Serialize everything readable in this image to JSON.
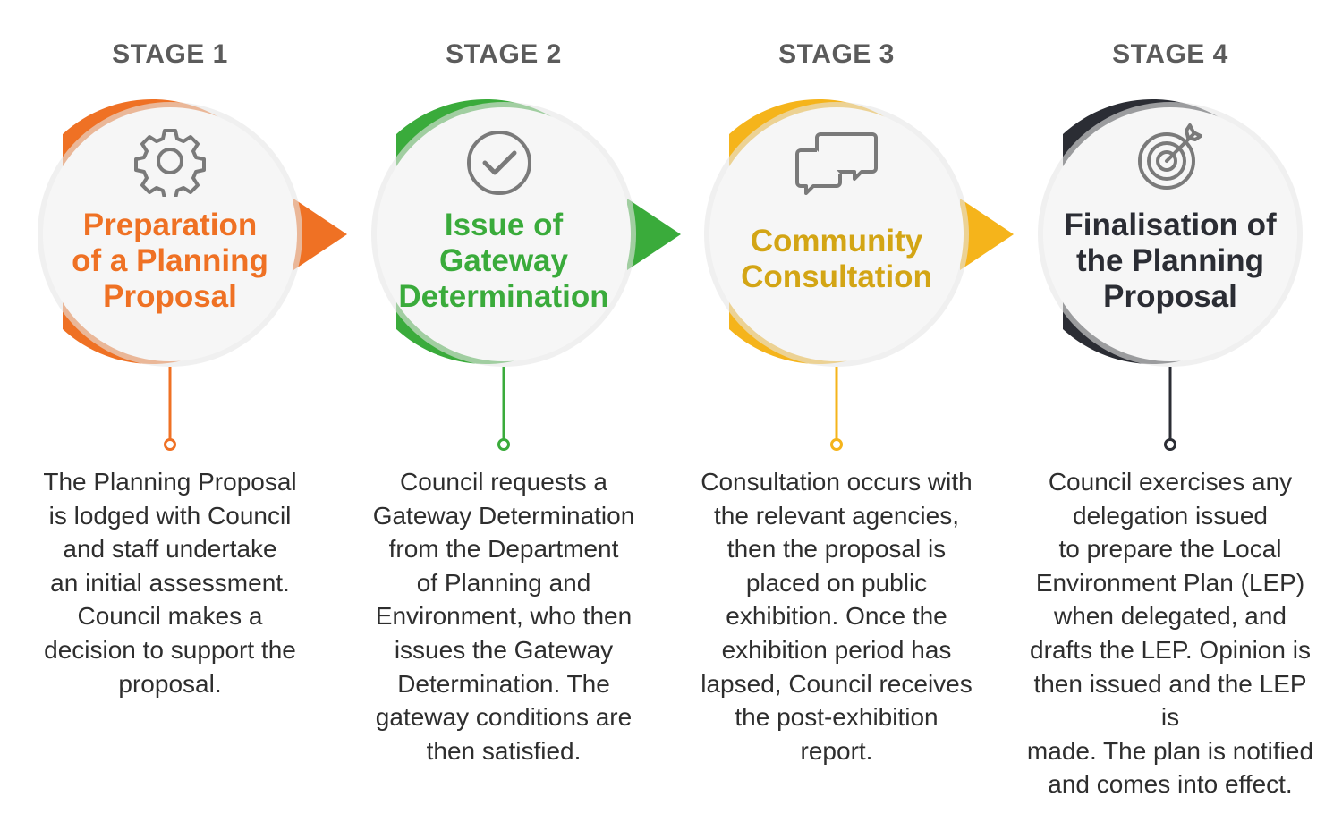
{
  "colors": {
    "stage1": "#ef7124",
    "stage2": "#3aab3b",
    "stage3": "#f5b41b",
    "stage4": "#2b2d34",
    "title3": "#d3a515",
    "label": "#5b5b5b"
  },
  "stages": [
    {
      "label": "STAGE 1",
      "title": "Preparation\nof a Planning\nProposal",
      "icon": "gear-icon",
      "description": "The Planning Proposal\nis lodged with Council\nand staff undertake\nan initial assessment.\nCouncil makes a\ndecision to support the\nproposal."
    },
    {
      "label": "STAGE 2",
      "title": "Issue of\nGateway\nDetermination",
      "icon": "check-circle-icon",
      "description": "Council requests a\nGateway Determination\nfrom the Department\nof Planning and\nEnvironment, who then\nissues the Gateway\nDetermination. The\ngateway conditions are\nthen satisfied."
    },
    {
      "label": "STAGE 3",
      "title": "Community\nConsultation",
      "icon": "chat-bubbles-icon",
      "description": "Consultation occurs with\nthe relevant agencies,\nthen the proposal is\nplaced on public\nexhibition. Once the\nexhibition period has\nlapsed, Council receives\nthe post-exhibition\nreport."
    },
    {
      "label": "STAGE 4",
      "title": "Finalisation of\nthe Planning\nProposal",
      "icon": "target-icon",
      "description": "Council exercises any\ndelegation issued\nto prepare the Local\nEnvironment Plan (LEP)\nwhen delegated, and\ndrafts the LEP. Opinion is\nthen issued and the LEP is\nmade. The plan is notified\nand comes into effect."
    }
  ]
}
